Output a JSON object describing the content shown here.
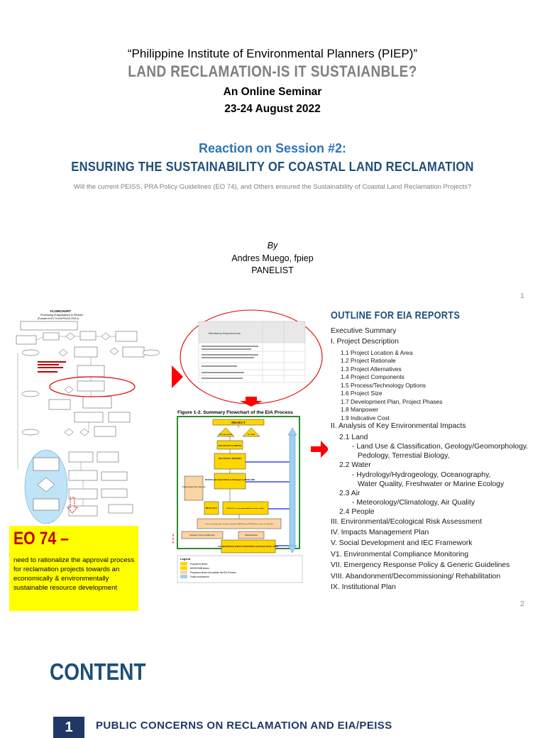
{
  "slide1": {
    "line1": "“Philippine Institute of Environmental Planners (PIEP)”",
    "line2": "LAND RECLAMATION-IS IT SUSTAIANBLE?",
    "line3": "An Online Seminar",
    "line4": "23-24 August 2022",
    "line5": "Reaction on Session #2:",
    "line6": "ENSURING THE SUSTAINABILITY OF COASTAL LAND RECLAMATION",
    "line7": "Will the current PEISS, PRA Policy Guidelines (EO 74), and Others ensured the Sustainability of Coastal Land Reclamation Projects?",
    "by": "By",
    "author": "Andres Muego, fpiep",
    "role": "PANELIST",
    "page": "1"
  },
  "slide2": {
    "flowchart": {
      "title": "FLOWCHART",
      "subtitle": "Processing of Applications to Reclaim",
      "subtitle2": "(Pursuant to EO 74 and PRA AO 2019-4)"
    },
    "eo": {
      "title": "EO 74 –",
      "text": "need to rationalize the approval process for reclamation projects towards an economically & environmentally sustainable resource development"
    },
    "figure": {
      "caption": "Figure 1-2. Summary Flowchart of the EIA Process",
      "project": "PROJECT",
      "mandatory": "Mandatory Requirements",
      "eia_required": "EIA Required",
      "no_eia": "No EIA",
      "scoping": "EIA STUDY SCOPING",
      "study": "EIA STUDY / REPORT",
      "review": "REVIEW and EVALUATION of EIA Report by DENR-EMB",
      "change": "Change Project plan / Relocate",
      "denr": "DENY ECC",
      "issue": "ISSUE ECC or recommendations to other entities",
      "secure": "Secure necessary permits / clearances from other EMB Divisions, DENR Bureaus, other GAs and LGUs",
      "expansion": "Expansion / Project modifications",
      "implementation": "Implementation",
      "monitoring": "ENVIRONMENTAL IMPACT MONITORING and EVALUATION / AUDIT",
      "legend": "Legend",
      "legend_items": [
        "Proponent-driven",
        "DENR-EMB driven",
        "Proponent-driven but outside the EIA Process",
        "Public involvement"
      ]
    },
    "outline": {
      "title": "OUTLINE FOR EIA REPORTS",
      "items": [
        {
          "text": "Executive Summary",
          "level": 1
        },
        {
          "text": "I.  Project Description",
          "level": 1
        },
        {
          "text": "1.1 Project Location & Area",
          "level": 2
        },
        {
          "text": "1.2 Project Rationale",
          "level": 2
        },
        {
          "text": "1.3 Project Alternatives",
          "level": 2
        },
        {
          "text": "1.4 Project Components",
          "level": 2
        },
        {
          "text": "1.5 Process/Technology Options",
          "level": 2
        },
        {
          "text": "1.6 Project Size",
          "level": 2
        },
        {
          "text": "1.7 Development Plan, Project Phases",
          "level": 2
        },
        {
          "text": "1.8 Manpower",
          "level": 2
        },
        {
          "text": "1.9 Indicative Cost",
          "level": 2
        },
        {
          "text": "II. Analysis of Key Environmental Impacts",
          "level": 1
        },
        {
          "text": "2.1 Land",
          "level": 3
        },
        {
          "text": "- Land Use & Classification, Geology/Geomorphology.",
          "level": 4
        },
        {
          "text": "Pedology, Terrestial Biology,",
          "level": 5
        },
        {
          "text": "2.2 Water",
          "level": 3
        },
        {
          "text": "- Hydrology/Hydrogeology, Oceanography,",
          "level": 4
        },
        {
          "text": "Water Quality, Freshwater or Marine Ecology",
          "level": 5
        },
        {
          "text": "2.3 Air",
          "level": 3
        },
        {
          "text": "- Meteorology/Climatology, Air Quality",
          "level": 4
        },
        {
          "text": "2.4 People",
          "level": 3
        },
        {
          "text": "III. Environmental/Ecological Risk Assessment",
          "level": 1
        },
        {
          "text": "IV. Impacts Management Plan",
          "level": 1
        },
        {
          "text": "V. Social Development and IEC Framework",
          "level": 1
        },
        {
          "text": "V1. Environmental Compliance Monitoring",
          "level": 1
        },
        {
          "text": "VII.  Emergency Response Policy & Generic Guidelines",
          "level": 1
        },
        {
          "text": "VIII. Abandonment/Decommissioning/ Rehabilitation",
          "level": 1
        },
        {
          "text": "IX. Institutional Plan",
          "level": 1
        }
      ]
    },
    "page": "2"
  },
  "slide3": {
    "title": "CONTENT",
    "item_number": "1",
    "item_text": "PUBLIC CONCERNS ON RECLAMATION AND EIA/PEISS"
  },
  "colors": {
    "accent_blue": "#1f4e79",
    "light_blue": "#2e75b6",
    "highlight_yellow": "#ffff00",
    "arrow_red": "#ff0000"
  }
}
